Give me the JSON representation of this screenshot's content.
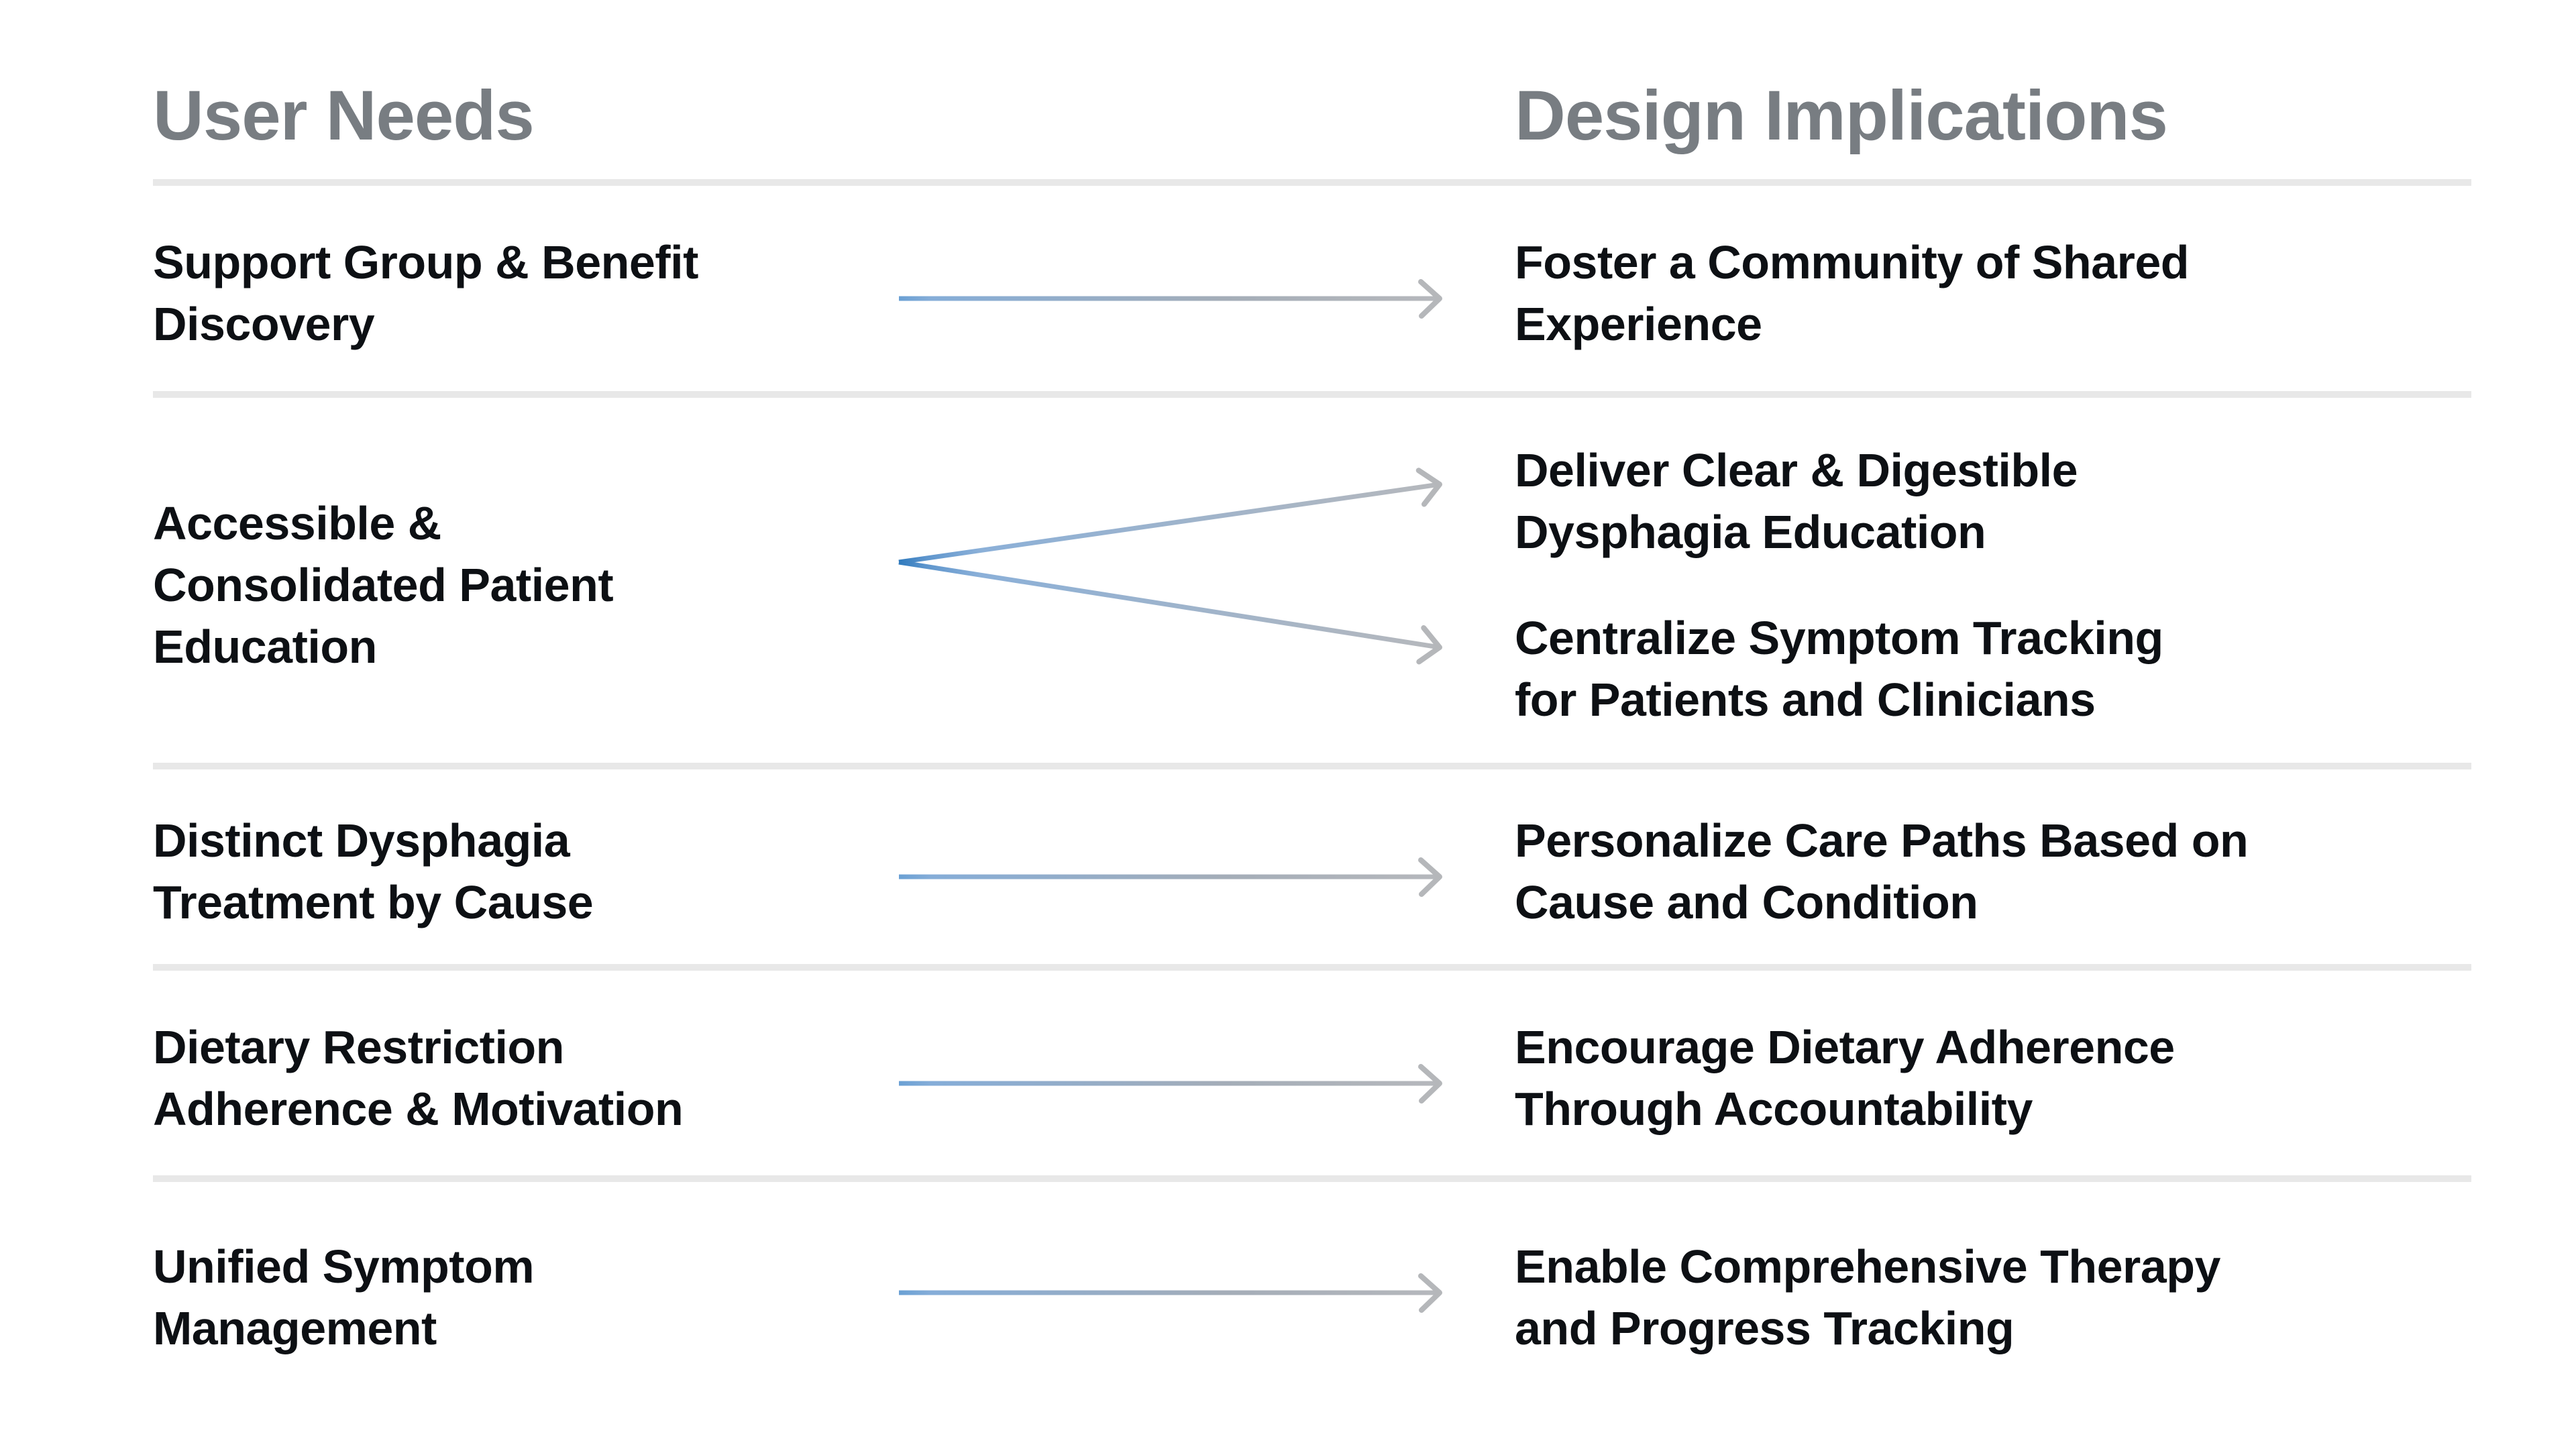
{
  "header": {
    "left": "User Needs",
    "right": "Design Implications"
  },
  "colors": {
    "background": "#ffffff",
    "heading_text": "#787d82",
    "body_text": "#0d1014",
    "divider": "#e8e8e8",
    "arrow_blue": "#82abd6",
    "arrow_blue_deep": "#2f7abd",
    "arrow_gray": "#b5b7ba"
  },
  "rows": [
    {
      "need": "Support Group & Benefit\nDiscovery",
      "arrow": "single",
      "implications": [
        "Foster a Community of Shared\nExperience"
      ]
    },
    {
      "need": "Accessible &\nConsolidated Patient\nEducation",
      "arrow": "fork",
      "implications": [
        "Deliver Clear & Digestible\nDysphagia Education",
        "Centralize Symptom Tracking\nfor Patients and Clinicians"
      ]
    },
    {
      "need": "Distinct Dysphagia\nTreatment by Cause",
      "arrow": "single",
      "implications": [
        "Personalize Care Paths Based on\nCause and Condition"
      ]
    },
    {
      "need": "Dietary Restriction\nAdherence & Motivation",
      "arrow": "single",
      "implications": [
        "Encourage Dietary Adherence\nThrough Accountability"
      ]
    },
    {
      "need": "Unified Symptom\nManagement",
      "arrow": "single",
      "implications": [
        "Enable Comprehensive Therapy\nand Progress Tracking"
      ]
    }
  ]
}
